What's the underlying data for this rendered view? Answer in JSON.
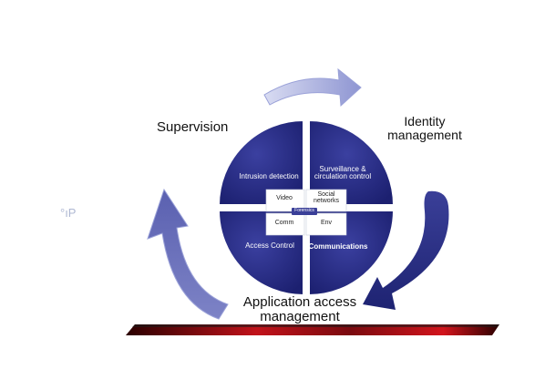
{
  "cycle": {
    "supervision": "Supervision",
    "identity": "Identity management",
    "app_access": "Application access management"
  },
  "quadrants": {
    "intrusion": "Intrusion detection",
    "surveillance": "Surveillance & circulation control",
    "access_control": "Access Control",
    "communications": "Communications"
  },
  "center": {
    "video": "Video",
    "social": "Social networks",
    "comm": "Comm",
    "env": "Env",
    "forensics": "Forensics"
  },
  "background_glyph": "°ıP",
  "colors": {
    "pie": "#2c3189",
    "pie_dark": "#1a1e6c",
    "arrow_light": "#a7aedf",
    "arrow_mid": "#6469b8",
    "arrow_dark": "#252a80",
    "floor_red": "#c1121a",
    "floor_black": "#1a1a1a"
  }
}
